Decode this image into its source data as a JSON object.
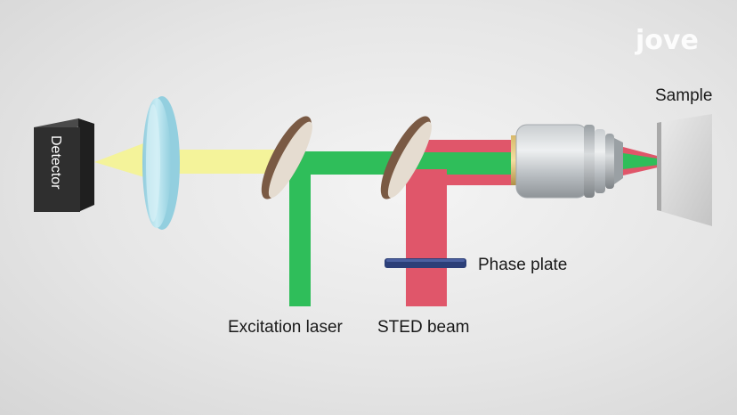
{
  "logo": {
    "text": "jove"
  },
  "labels": {
    "detector": "Detector",
    "sample": "Sample",
    "phase_plate": "Phase plate",
    "excitation_laser": "Excitation laser",
    "sted_beam": "STED beam"
  },
  "colors": {
    "excitation": "#2fbe5a",
    "sted": "#e0566a",
    "emission": "#f4f39a",
    "detector": "#2b2b2b",
    "phase_plate": "#2c3f78",
    "mirror_rim": "#7a5a44",
    "mirror_face": "#e5dcd0",
    "lens": "#a9d9e6"
  }
}
